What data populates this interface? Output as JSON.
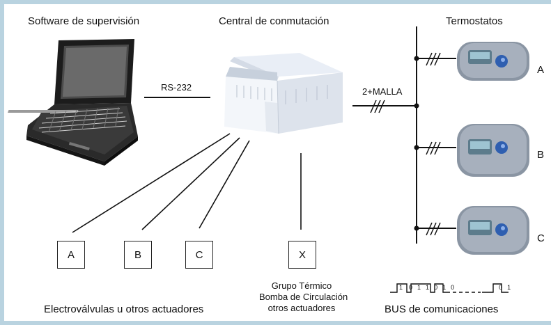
{
  "titles": {
    "software": "Software de supervisión",
    "central": "Central de conmutación",
    "termostatos": "Termostatos"
  },
  "links": {
    "rs232": "RS-232",
    "malla": "2+MALLA"
  },
  "actuators": {
    "a": "A",
    "b": "B",
    "c": "C",
    "x": "X",
    "caption": "Electroválvulas u otros actuadores"
  },
  "grupo": {
    "line1": "Grupo Térmico",
    "line2": "Bomba de Circulación",
    "line3": "otros actuadores"
  },
  "thermostats": {
    "a": "A",
    "b": "B",
    "c": "C"
  },
  "bus": {
    "label": "BUS de comunicaciones",
    "bits": [
      "1",
      "0",
      "1",
      "1",
      "0",
      "1",
      "0",
      "0",
      "1"
    ]
  }
}
